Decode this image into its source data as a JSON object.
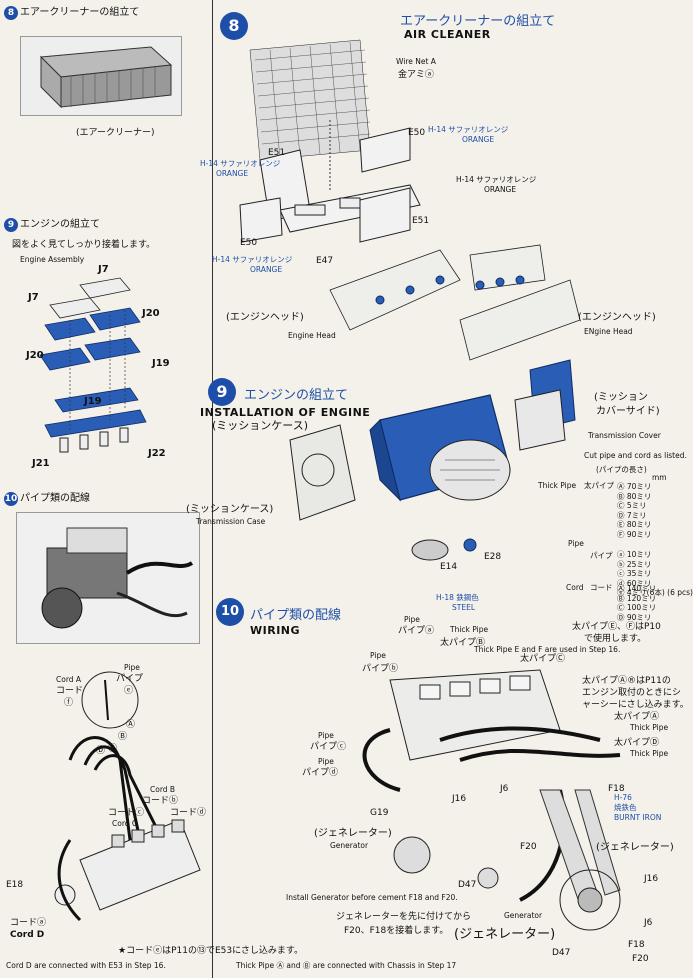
{
  "left": {
    "s8_title": "エアークリーナーの組立て",
    "s8_caption": "(エアークリーナー)",
    "s9_title": "エンジンの組立て",
    "s9_note": "図をよく見てしっかり接着します。",
    "s9_sub": "Engine Assembly",
    "parts": [
      "J7",
      "J7",
      "J20",
      "J20",
      "J19",
      "J19",
      "J21",
      "J22"
    ],
    "s10_title": "パイプ類の配線",
    "wiring": {
      "cord_a": "Cord A",
      "cord_a_j": "コード",
      "cord_a_mark": "ⓕ",
      "pipe": "Pipe",
      "pipe_j": "パイプ",
      "pipe_mark": "ⓔ",
      "cord_b": "Cord B",
      "cord_b_j": "コード",
      "cord_c": "Cord C",
      "cord_c_j": "コード",
      "cord_d_j": "コード",
      "cord_d": "Cord D",
      "e18": "E18",
      "marks": [
        "Ⓐ",
        "Ⓑ",
        "Ⓒ",
        "Ⓓ",
        "ⓑ",
        "ⓒ",
        "ⓓ",
        "ⓐ"
      ],
      "note_j": "★コードⓔはP11の⑬でE53にさし込みます。",
      "note_e": "Cord D are connected with E53 in Step 16."
    }
  },
  "right": {
    "s8_title_j": "エアークリーナーの組立て",
    "s8_title_e": "AIR CLEANER",
    "wire_net_e": "Wire Net A",
    "wire_net_j": "金アミ",
    "wire_net_mark": "ⓐ",
    "e50": "E50",
    "e51": "E51",
    "e47": "E47",
    "paint_code": "H-14",
    "paint_j": "サファリオレンジ",
    "paint_e": "ORANGE",
    "paint_code2": "H-14",
    "paint_j2": "サファリオレンジ",
    "paint_e2": "ORANGE",
    "engine_head_j": "(エンジンヘッド)",
    "engine_head_e": "Engine Head",
    "engine_head_j2": "(エンジンヘッド)",
    "engine_head_e2": "ENgine Head",
    "s9_title_j": "エンジンの組立て",
    "s9_title_e": "INSTALLATION OF ENGINE",
    "s9_sub_j": "(ミッションケース)",
    "mission_cover_j1": "(ミッション",
    "mission_cover_j2": "カバーサイド)",
    "mission_cover_e": "Transmission Cover",
    "mission_case_j": "(ミッションケース)",
    "mission_case_e": "Transmission Case",
    "cut_note": "Cut pipe and cord as listed.",
    "pipe_len_j": "(パイプの長さ)",
    "pipe_len_unit": "mm",
    "thick_pipe_e": "Thick Pipe",
    "thick_pipe_j": "太パイプ",
    "thick_rows": [
      [
        "Ⓐ",
        "70ミリ"
      ],
      [
        "Ⓑ",
        "80ミリ"
      ],
      [
        "Ⓒ",
        "5ミリ"
      ],
      [
        "Ⓓ",
        "7ミリ"
      ],
      [
        "Ⓔ",
        "80ミリ"
      ],
      [
        "Ⓕ",
        "90ミリ"
      ]
    ],
    "pipe_e": "Pipe",
    "pipe_j": "パイプ",
    "pipe_rows": [
      [
        "ⓐ",
        "10ミリ"
      ],
      [
        "ⓑ",
        "25ミリ"
      ],
      [
        "ⓒ",
        "35ミリ"
      ],
      [
        "ⓓ",
        "60ミリ"
      ],
      [
        "ⓔ",
        "4ミリ(6本)",
        "(6 pcs)"
      ]
    ],
    "cord_e": "Cord",
    "cord_j": "コード",
    "cord_rows": [
      [
        "Ⓐ",
        "140ミリ"
      ],
      [
        "Ⓑ",
        "120ミリ"
      ],
      [
        "Ⓒ",
        "100ミリ"
      ],
      [
        "Ⓓ",
        "90ミリ"
      ]
    ],
    "e14": "E14",
    "e28": "E28",
    "steel_code": "H-18",
    "steel_j": "鉄鋼色",
    "steel_e": "STEEL",
    "s10_title_j": "パイプ類の配線",
    "s10_title_e": "WIRING",
    "thick_e_j1": "太パイプⒺ、ⒻはP10",
    "thick_e_j2": "で使用します。",
    "thick_e_e": "Thick Pipe E and F are used in Step 16.",
    "labels": {
      "pipe_b": "Pipe",
      "pipe_b_j": "パイプⓑ",
      "pipe_a": "Pipe",
      "pipe_a_j": "パイプⓐ",
      "thick_b_e": "Thick Pipe",
      "thick_b_j": "太パイプⒷ",
      "thick_c_j": "太パイプⒸ",
      "pipe_c": "Pipe",
      "pipe_c_j": "パイプⓒ",
      "pipe_d": "Pipe",
      "pipe_d_j": "パイプⓓ",
      "g19": "G19",
      "j16": "J16",
      "j6": "J6",
      "f18": "F18",
      "f20": "F20",
      "d47": "D47"
    },
    "p11_note": [
      "太パイプⒶ®はP11の",
      "エンジン取付のときにシ",
      "ャーシーにさし込みます。"
    ],
    "thick_a_j": "太パイプ",
    "thick_a_mark": "Ⓐ",
    "thick_a_e": "Thick Pipe",
    "thick_d_j": "太パイプ",
    "thick_d_mark": "Ⓓ",
    "thick_d_e": "Thick Pipe",
    "burnt_code": "H-76",
    "burnt_j": "焼鉄色",
    "burnt_e": "BURNT IRON",
    "generator_j": "(ジェネレーター)",
    "generator_e": "Generator",
    "gen_note_e": "Install Generator before cement F18 and F20.",
    "gen_note_j1": "ジェネレーターを先に付けてから",
    "gen_note_j2": "F20、F18を接着します。",
    "gen_big": "(ジェネレーター)",
    "gen_right_j": "(ジェネレーター)",
    "gen_right_e": "Generator",
    "bottom_note": "Thick Pipe Ⓐ and Ⓑ are connected with Chassis in Step 17",
    "j16b": "J16",
    "j6b": "J6",
    "d47b": "D47",
    "f18b": "F18",
    "f20b": "F20"
  }
}
